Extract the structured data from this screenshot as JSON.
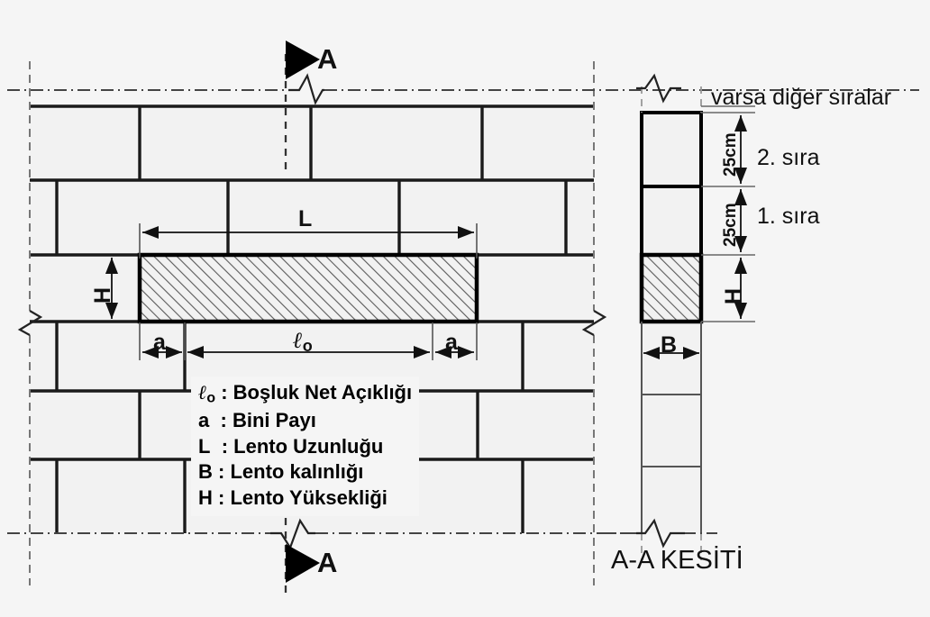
{
  "diagram": {
    "title_section": "A-A KESİTİ",
    "note_top_right": "varsa diğer sıralar",
    "section_marker_top": "A",
    "section_marker_bottom": "A",
    "elevation": {
      "dim_L": "L",
      "dim_H": "H",
      "dim_a_left": "a",
      "dim_a_right": "a",
      "dim_lo": "ℓ",
      "dim_lo_sub": "o"
    },
    "section": {
      "dim_B": "B",
      "dim_H": "H",
      "row2_height": "25cm",
      "row1_height": "25cm",
      "row2_label": "2. sıra",
      "row1_label": "1. sıra"
    },
    "legend": [
      {
        "symbol": "ℓ",
        "symbol_sub": "o",
        "sep": ":",
        "text": "Boşluk Net Açıklığı"
      },
      {
        "symbol": "a",
        "symbol_sub": "",
        "sep": ":",
        "text": "Bini Payı"
      },
      {
        "symbol": "L",
        "symbol_sub": "",
        "sep": ":",
        "text": "Lento Uzunluğu"
      },
      {
        "symbol": "B",
        "symbol_sub": "",
        "sep": ":",
        "text": "Lento kalınlığı"
      },
      {
        "symbol": "H",
        "symbol_sub": "",
        "sep": ":",
        "text": "Lento Yüksekliği"
      }
    ],
    "colors": {
      "background": "#f5f5f5",
      "line": "#1a1a1a",
      "thin_line": "#444444",
      "hatch": "#555555",
      "brick_fill": "#f2f2f2"
    }
  }
}
